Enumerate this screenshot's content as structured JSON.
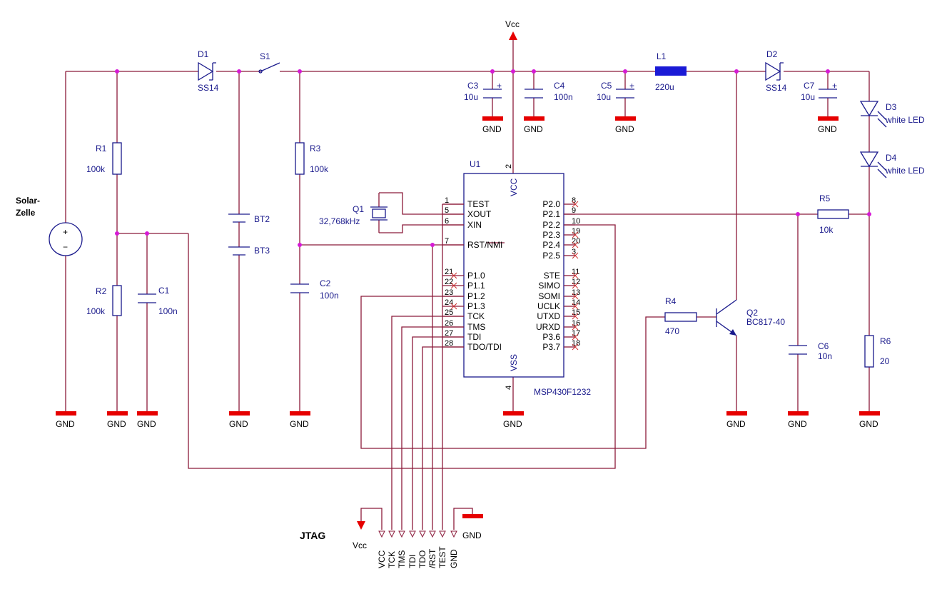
{
  "title": "",
  "power": {
    "vcc_top": "Vcc",
    "vcc_jtag": "Vcc",
    "gnd": "GND"
  },
  "solar": {
    "label_line1": "Solar-",
    "label_line2": "Zelle",
    "plus": "+",
    "minus": "−"
  },
  "components": {
    "D1": {
      "ref": "D1",
      "value": "SS14"
    },
    "D2": {
      "ref": "D2",
      "value": "SS14"
    },
    "S1": {
      "ref": "S1"
    },
    "L1": {
      "ref": "L1",
      "value": "220u"
    },
    "R1": {
      "ref": "R1",
      "value": "100k"
    },
    "R2": {
      "ref": "R2",
      "value": "100k"
    },
    "R3": {
      "ref": "R3",
      "value": "100k"
    },
    "R4": {
      "ref": "R4",
      "value": "470"
    },
    "R5": {
      "ref": "R5",
      "value": "10k"
    },
    "R6": {
      "ref": "R6",
      "value": "20"
    },
    "C1": {
      "ref": "C1",
      "value": "100n"
    },
    "C2": {
      "ref": "C2",
      "value": "100n"
    },
    "C3": {
      "ref": "C3",
      "value": "10u"
    },
    "C4": {
      "ref": "C4",
      "value": "100n"
    },
    "C5": {
      "ref": "C5",
      "value": "10u"
    },
    "C6": {
      "ref": "C6",
      "value": "10n"
    },
    "C7": {
      "ref": "C7",
      "value": "10u"
    },
    "BT2": {
      "ref": "BT2"
    },
    "BT3": {
      "ref": "BT3"
    },
    "Q1": {
      "ref": "Q1",
      "value": "32,768kHz"
    },
    "Q2": {
      "ref": "Q2",
      "value": "BC817-40"
    },
    "D3": {
      "ref": "D3",
      "value": "white LED"
    },
    "D4": {
      "ref": "D4",
      "value": "white LED"
    },
    "U1": {
      "ref": "U1",
      "value": "MSP430F1232",
      "vcc": "VCC",
      "vss": "VSS",
      "vcc_pin": "2",
      "vss_pin": "4"
    }
  },
  "u1_left_pins": [
    {
      "num": "1",
      "name": "TEST"
    },
    {
      "num": "5",
      "name": "XOUT"
    },
    {
      "num": "6",
      "name": "XIN"
    },
    {
      "num": "7",
      "name": "RST/NMI"
    },
    {
      "num": "21",
      "name": "P1.0"
    },
    {
      "num": "22",
      "name": "P1.1"
    },
    {
      "num": "23",
      "name": "P1.2"
    },
    {
      "num": "24",
      "name": "P1.3"
    },
    {
      "num": "25",
      "name": "TCK"
    },
    {
      "num": "26",
      "name": "TMS"
    },
    {
      "num": "27",
      "name": "TDI"
    },
    {
      "num": "28",
      "name": "TDO/TDI"
    }
  ],
  "u1_right_pins": [
    {
      "num": "8",
      "name": "P2.0"
    },
    {
      "num": "9",
      "name": "P2.1"
    },
    {
      "num": "10",
      "name": "P2.2"
    },
    {
      "num": "19",
      "name": "P2.3"
    },
    {
      "num": "20",
      "name": "P2.4"
    },
    {
      "num": "3",
      "name": "P2.5"
    },
    {
      "num": "11",
      "name": "STE"
    },
    {
      "num": "12",
      "name": "SIMO"
    },
    {
      "num": "13",
      "name": "SOMI"
    },
    {
      "num": "14",
      "name": "UCLK"
    },
    {
      "num": "15",
      "name": "UTXD"
    },
    {
      "num": "16",
      "name": "URXD"
    },
    {
      "num": "17",
      "name": "P3.6"
    },
    {
      "num": "18",
      "name": "P3.7"
    }
  ],
  "jtag": {
    "label": "JTAG",
    "pins": [
      "VCC",
      "TCK",
      "TMS",
      "TDI",
      "TDO",
      "/RST",
      "TEST",
      "GND"
    ]
  },
  "colors": {
    "wire": "#8b1a3a",
    "component": "#1a1a8c",
    "ground": "#e60000",
    "junction": "#d61ad6",
    "inductor": "#1a1ad6"
  }
}
